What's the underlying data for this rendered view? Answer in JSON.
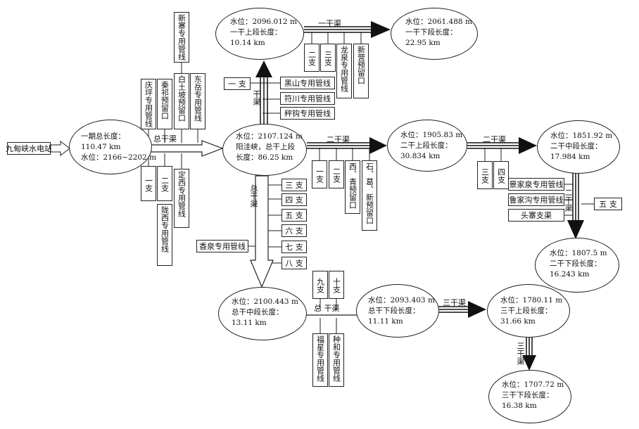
{
  "source": {
    "label": "九甸峡水电站"
  },
  "nodes": {
    "start": {
      "l1": "一期总长度：",
      "l2": "110.47 km",
      "l3": "水位：2166~2202 m"
    },
    "center": {
      "l1": "水位：2107.124 m",
      "l2": "阳洼峡，总干上段",
      "l3": "长度：86.25 km"
    },
    "top1": {
      "l1": "水位：2096.012 m",
      "l2": "一干上段长度：",
      "l3": "10.14 km"
    },
    "top2": {
      "l1": "水位：2061.488 m",
      "l2": "一干下段长度：",
      "l3": "22.95 km"
    },
    "mid1": {
      "l1": "水位：1905.83 m",
      "l2": "二干上段长度：",
      "l3": "30.834 km"
    },
    "mid2": {
      "l1": "水位：1851.92 m",
      "l2": "二干中段长度：",
      "l3": "17.984 km"
    },
    "mid3": {
      "l1": "水位：1807.5 m",
      "l2": "二干下段长度：",
      "l3": "16.243 km"
    },
    "low1": {
      "l1": "水位：2100.443 m",
      "l2": "总干中段长度：",
      "l3": "13.11 km"
    },
    "low2": {
      "l1": "水位：2093.403 m",
      "l2": "总干下段长度：",
      "l3": "11.11 km"
    },
    "low3": {
      "l1": "水位：1780.11 m",
      "l2": "三干上段长度：",
      "l3": "31.66 km"
    },
    "low4": {
      "l1": "水位：1707.72 m",
      "l2": "三干下段长度：",
      "l3": "16.38 km"
    }
  },
  "canals": {
    "zonggan_top": "总干渠",
    "zonggan_vert": "总干渠",
    "zonggan_low": "总 干渠",
    "yigan_vert": "干渠",
    "yigan_horiz": "一干渠",
    "ergan1": "二干渠",
    "ergan2": "二干渠",
    "ergan_vert": "二干渠",
    "sangan_horiz": "三干渠",
    "sangan_vert": "三干渠"
  },
  "branches": {
    "upper_left": [
      "庆坪专用管线",
      "秦祁预留口",
      "白土坡预留口",
      "东岳专用管线"
    ],
    "xinzhai": "新寨专用管线",
    "lower_left": [
      "一支",
      "二支",
      "定西专用管线"
    ],
    "longxi": "陇西专用管线",
    "yizhi_left": "一 支",
    "yigan_right": [
      "黑山专用管线",
      "符川专用管线",
      "秤钩专用管线"
    ],
    "yigan_top": [
      "二支",
      "三支",
      "龙泉专用管线",
      "新营预留口"
    ],
    "ergan_down": [
      "一支",
      "二支",
      "西、青预留口",
      "石、葛、新预留口"
    ],
    "ergan2_down": [
      "三支",
      "四支"
    ],
    "ergan2_right": [
      "景家泉专用管线",
      "鲁家沟专用管线",
      "头寨支渠"
    ],
    "wuzhi": "五 支",
    "zong_right": [
      "三 支",
      "四 支",
      "五 支",
      "六 支",
      "七 支",
      "八 支"
    ],
    "xiangquan": "香泉专用管线",
    "low_up": [
      "九支",
      "十支"
    ],
    "low_down": [
      "福星专用管线",
      "种和专用管线"
    ]
  }
}
